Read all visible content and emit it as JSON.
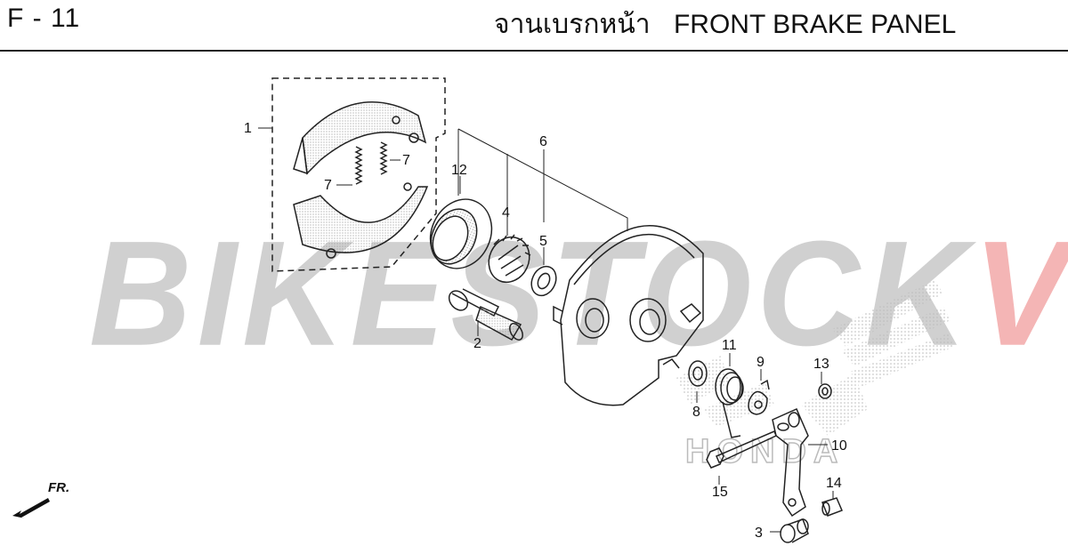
{
  "header": {
    "code": "F - 11",
    "title_thai": "จานเบรกหน้า",
    "title_en": "FRONT BRAKE PANEL"
  },
  "watermark": {
    "part1": "BIKESTOCK",
    "part2": "VN",
    "colors": {
      "part1": "#aaaaaa",
      "part2": "#e65a5a"
    }
  },
  "logo": {
    "text": "HONDA"
  },
  "direction": {
    "label": "FR."
  },
  "callouts": [
    "1",
    "2",
    "3",
    "4",
    "5",
    "6",
    "7",
    "7",
    "8",
    "9",
    "10",
    "11",
    "12",
    "13",
    "14",
    "15"
  ]
}
